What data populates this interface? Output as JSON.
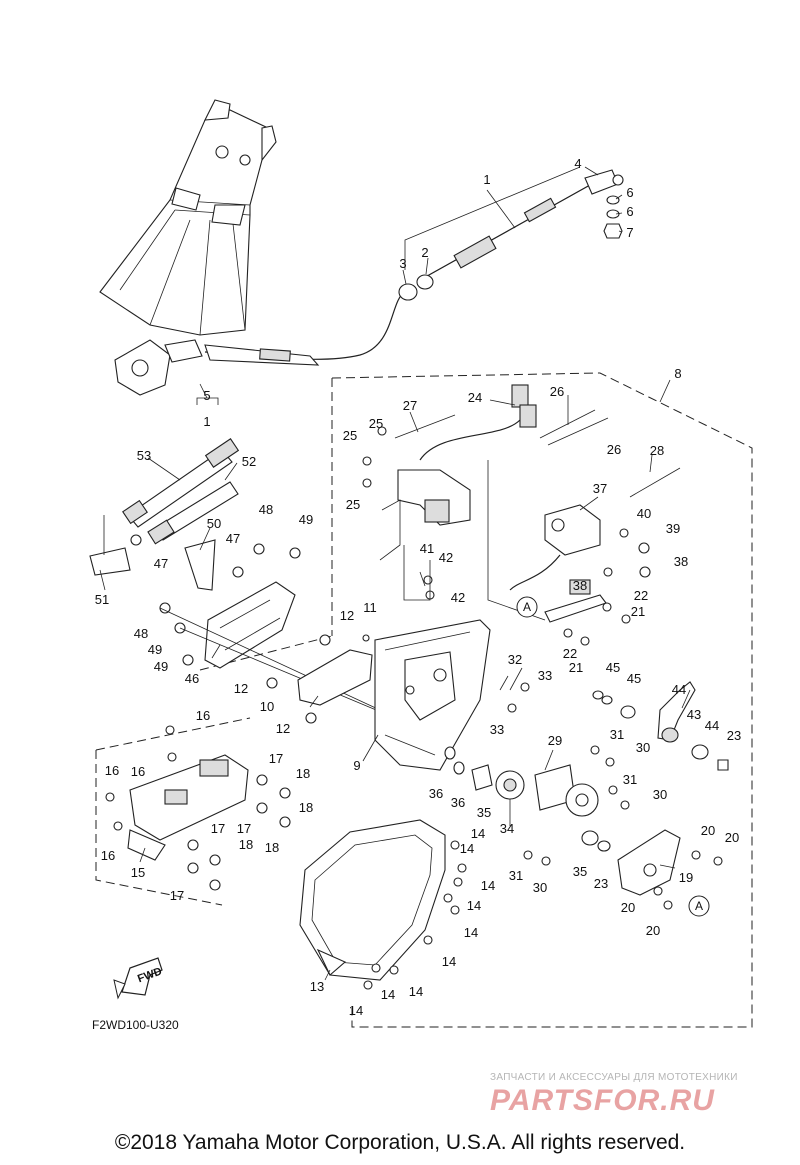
{
  "diagram": {
    "code": "F2WD100-U320",
    "fwd_label": "FWD",
    "ref_letter": "A",
    "callouts": [
      {
        "id": "c1",
        "label": "1"
      },
      {
        "id": "c1b",
        "label": "1"
      },
      {
        "id": "c2",
        "label": "2"
      },
      {
        "id": "c3",
        "label": "3"
      },
      {
        "id": "c4",
        "label": "4"
      },
      {
        "id": "c5",
        "label": "5"
      },
      {
        "id": "c6a",
        "label": "6"
      },
      {
        "id": "c6b",
        "label": "6"
      },
      {
        "id": "c7",
        "label": "7"
      },
      {
        "id": "c8",
        "label": "8"
      },
      {
        "id": "c9",
        "label": "9"
      },
      {
        "id": "c10",
        "label": "10"
      },
      {
        "id": "c11",
        "label": "11"
      },
      {
        "id": "c12a",
        "label": "12"
      },
      {
        "id": "c12b",
        "label": "12"
      },
      {
        "id": "c12c",
        "label": "12"
      },
      {
        "id": "c13",
        "label": "13"
      },
      {
        "id": "c14a",
        "label": "14"
      },
      {
        "id": "c14b",
        "label": "14"
      },
      {
        "id": "c14c",
        "label": "14"
      },
      {
        "id": "c14d",
        "label": "14"
      },
      {
        "id": "c14e",
        "label": "14"
      },
      {
        "id": "c14f",
        "label": "14"
      },
      {
        "id": "c14g",
        "label": "14"
      },
      {
        "id": "c14h",
        "label": "14"
      },
      {
        "id": "c14i",
        "label": "14"
      },
      {
        "id": "c15",
        "label": "15"
      },
      {
        "id": "c16a",
        "label": "16"
      },
      {
        "id": "c16b",
        "label": "16"
      },
      {
        "id": "c16c",
        "label": "16"
      },
      {
        "id": "c16d",
        "label": "16"
      },
      {
        "id": "c17a",
        "label": "17"
      },
      {
        "id": "c17b",
        "label": "17"
      },
      {
        "id": "c17c",
        "label": "17"
      },
      {
        "id": "c17d",
        "label": "17"
      },
      {
        "id": "c18a",
        "label": "18"
      },
      {
        "id": "c18b",
        "label": "18"
      },
      {
        "id": "c18c",
        "label": "18"
      },
      {
        "id": "c18d",
        "label": "18"
      },
      {
        "id": "c19",
        "label": "19"
      },
      {
        "id": "c20a",
        "label": "20"
      },
      {
        "id": "c20b",
        "label": "20"
      },
      {
        "id": "c20c",
        "label": "20"
      },
      {
        "id": "c20d",
        "label": "20"
      },
      {
        "id": "c21a",
        "label": "21"
      },
      {
        "id": "c21b",
        "label": "21"
      },
      {
        "id": "c22a",
        "label": "22"
      },
      {
        "id": "c22b",
        "label": "22"
      },
      {
        "id": "c23a",
        "label": "23"
      },
      {
        "id": "c23b",
        "label": "23"
      },
      {
        "id": "c24",
        "label": "24"
      },
      {
        "id": "c25a",
        "label": "25"
      },
      {
        "id": "c25b",
        "label": "25"
      },
      {
        "id": "c25c",
        "label": "25"
      },
      {
        "id": "c26a",
        "label": "26"
      },
      {
        "id": "c26b",
        "label": "26"
      },
      {
        "id": "c27",
        "label": "27"
      },
      {
        "id": "c28",
        "label": "28"
      },
      {
        "id": "c29",
        "label": "29"
      },
      {
        "id": "c30a",
        "label": "30"
      },
      {
        "id": "c30b",
        "label": "30"
      },
      {
        "id": "c30c",
        "label": "30"
      },
      {
        "id": "c31a",
        "label": "31"
      },
      {
        "id": "c31b",
        "label": "31"
      },
      {
        "id": "c31c",
        "label": "31"
      },
      {
        "id": "c32",
        "label": "32"
      },
      {
        "id": "c33a",
        "label": "33"
      },
      {
        "id": "c33b",
        "label": "33"
      },
      {
        "id": "c34",
        "label": "34"
      },
      {
        "id": "c35a",
        "label": "35"
      },
      {
        "id": "c35b",
        "label": "35"
      },
      {
        "id": "c36a",
        "label": "36"
      },
      {
        "id": "c36b",
        "label": "36"
      },
      {
        "id": "c37",
        "label": "37"
      },
      {
        "id": "c38a",
        "label": "38"
      },
      {
        "id": "c38b",
        "label": "38"
      },
      {
        "id": "c39",
        "label": "39"
      },
      {
        "id": "c40",
        "label": "40"
      },
      {
        "id": "c41",
        "label": "41"
      },
      {
        "id": "c42a",
        "label": "42"
      },
      {
        "id": "c42b",
        "label": "42"
      },
      {
        "id": "c43",
        "label": "43"
      },
      {
        "id": "c44a",
        "label": "44"
      },
      {
        "id": "c44b",
        "label": "44"
      },
      {
        "id": "c45a",
        "label": "45"
      },
      {
        "id": "c45b",
        "label": "45"
      },
      {
        "id": "c46",
        "label": "46"
      },
      {
        "id": "c47a",
        "label": "47"
      },
      {
        "id": "c47b",
        "label": "47"
      },
      {
        "id": "c48a",
        "label": "48"
      },
      {
        "id": "c48b",
        "label": "48"
      },
      {
        "id": "c49a",
        "label": "49"
      },
      {
        "id": "c49b",
        "label": "49"
      },
      {
        "id": "c49c",
        "label": "49"
      },
      {
        "id": "c50",
        "label": "50"
      },
      {
        "id": "c51",
        "label": "51"
      },
      {
        "id": "c52",
        "label": "52"
      },
      {
        "id": "c53",
        "label": "53"
      }
    ]
  },
  "watermark": {
    "line1": "ЗАПЧАСТИ И АКСЕССУАРЫ ДЛЯ МОТОТЕХНИКИ",
    "logo": "PARTSFOR.RU"
  },
  "footer": {
    "copyright": "©2018 Yamaha Motor Corporation, U.S.A. All rights reserved."
  }
}
